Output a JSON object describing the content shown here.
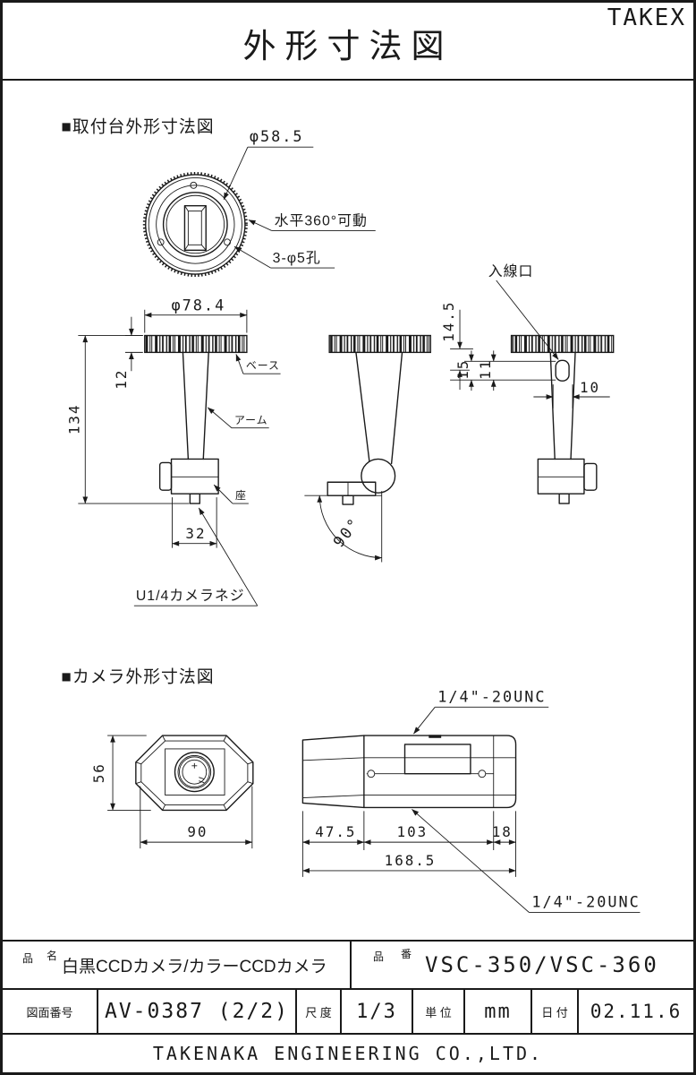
{
  "header": {
    "title": "外形寸法図",
    "brand": "TAKEX"
  },
  "mount": {
    "heading": "■取付台外形寸法図",
    "dia_top": "φ58.5",
    "rotate_note": "水平360°可動",
    "holes_note": "3-φ5孔",
    "dia_base": "φ78.4",
    "thickness": "12",
    "height": "134",
    "base_label": "ベース",
    "arm_label": "アーム",
    "seat_label": "座",
    "seat_width": "32",
    "screw_note": "U1/4カメラネジ",
    "angle": "90°",
    "inlet_label": "入線口",
    "inlet_offset": "14.5",
    "inlet_len": "15",
    "inlet_len2": "11",
    "arm_width": "10"
  },
  "camera": {
    "heading": "■カメラ外形寸法図",
    "front_height": "56",
    "front_width": "90",
    "unc_top": "1/4\"-20UNC",
    "unc_bottom": "1/4\"-20UNC",
    "len_front": "47.5",
    "len_mid": "103",
    "len_back": "18",
    "len_total": "168.5"
  },
  "title_block": {
    "name_label_a": "品",
    "name_label_b": "名",
    "name_value": "白黒CCDカメラ/カラーCCDカメラ",
    "no_label_a": "品",
    "no_label_b": "番",
    "no_value": "VSC-350/VSC-360",
    "drawing_no_label": "図面番号",
    "drawing_no": "AV-0387 (2/2)",
    "scale_label": "尺 度",
    "scale_value": "1/3",
    "unit_label": "単 位",
    "unit_value": "mm",
    "date_label": "日 付",
    "date_value": "02.11.6",
    "company": "TAKENAKA ENGINEERING CO.,LTD."
  }
}
